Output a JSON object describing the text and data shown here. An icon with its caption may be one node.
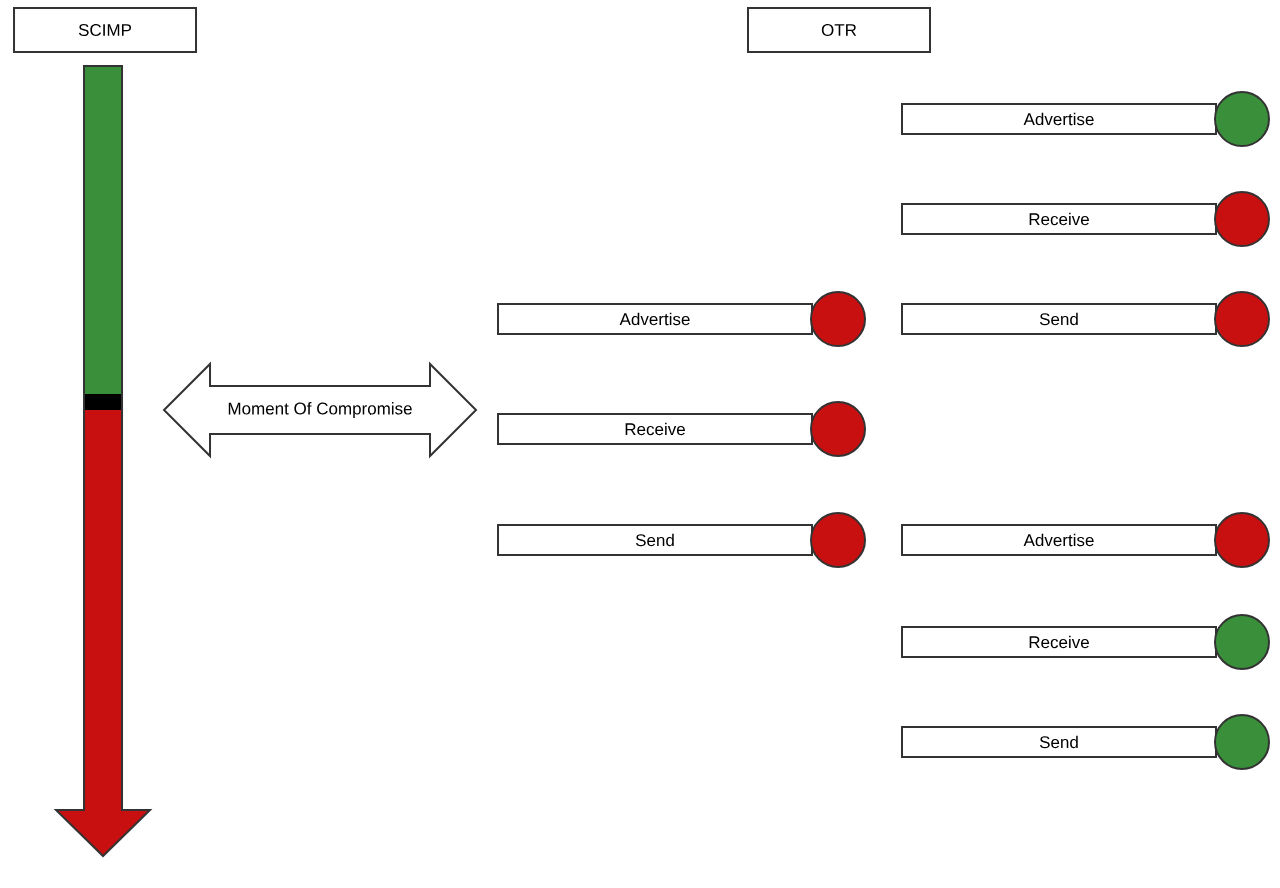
{
  "diagram": {
    "nodes": [
      {
        "text": [
          "SCIMP"
        ]
      },
      {
        "text": [
          "OTR"
        ]
      },
      {
        "text": [
          "Moment Of Compromise"
        ]
      },
      {
        "text": [
          "Advertise"
        ]
      },
      {
        "text": [],
        "shape": "circle"
      },
      {
        "text": [
          "Receive"
        ]
      },
      {
        "text": [],
        "shape": "circle"
      },
      {
        "text": [
          "Send"
        ]
      },
      {
        "text": [],
        "shape": "circle"
      },
      {
        "text": [
          "Advertise"
        ]
      },
      {
        "text": [],
        "shape": "circle"
      },
      {
        "text": [
          "Receive"
        ]
      },
      {
        "text": [],
        "shape": "circle"
      },
      {
        "text": [
          "Send"
        ]
      },
      {
        "text": [],
        "shape": "circle"
      },
      {
        "text": [
          "Advertise"
        ]
      },
      {
        "text": [],
        "shape": "circle"
      },
      {
        "text": [
          "Receive"
        ]
      },
      {
        "text": [],
        "shape": "circle"
      },
      {
        "text": [
          "Send"
        ]
      },
      {
        "text": [],
        "shape": "circle"
      }
    ]
  }
}
